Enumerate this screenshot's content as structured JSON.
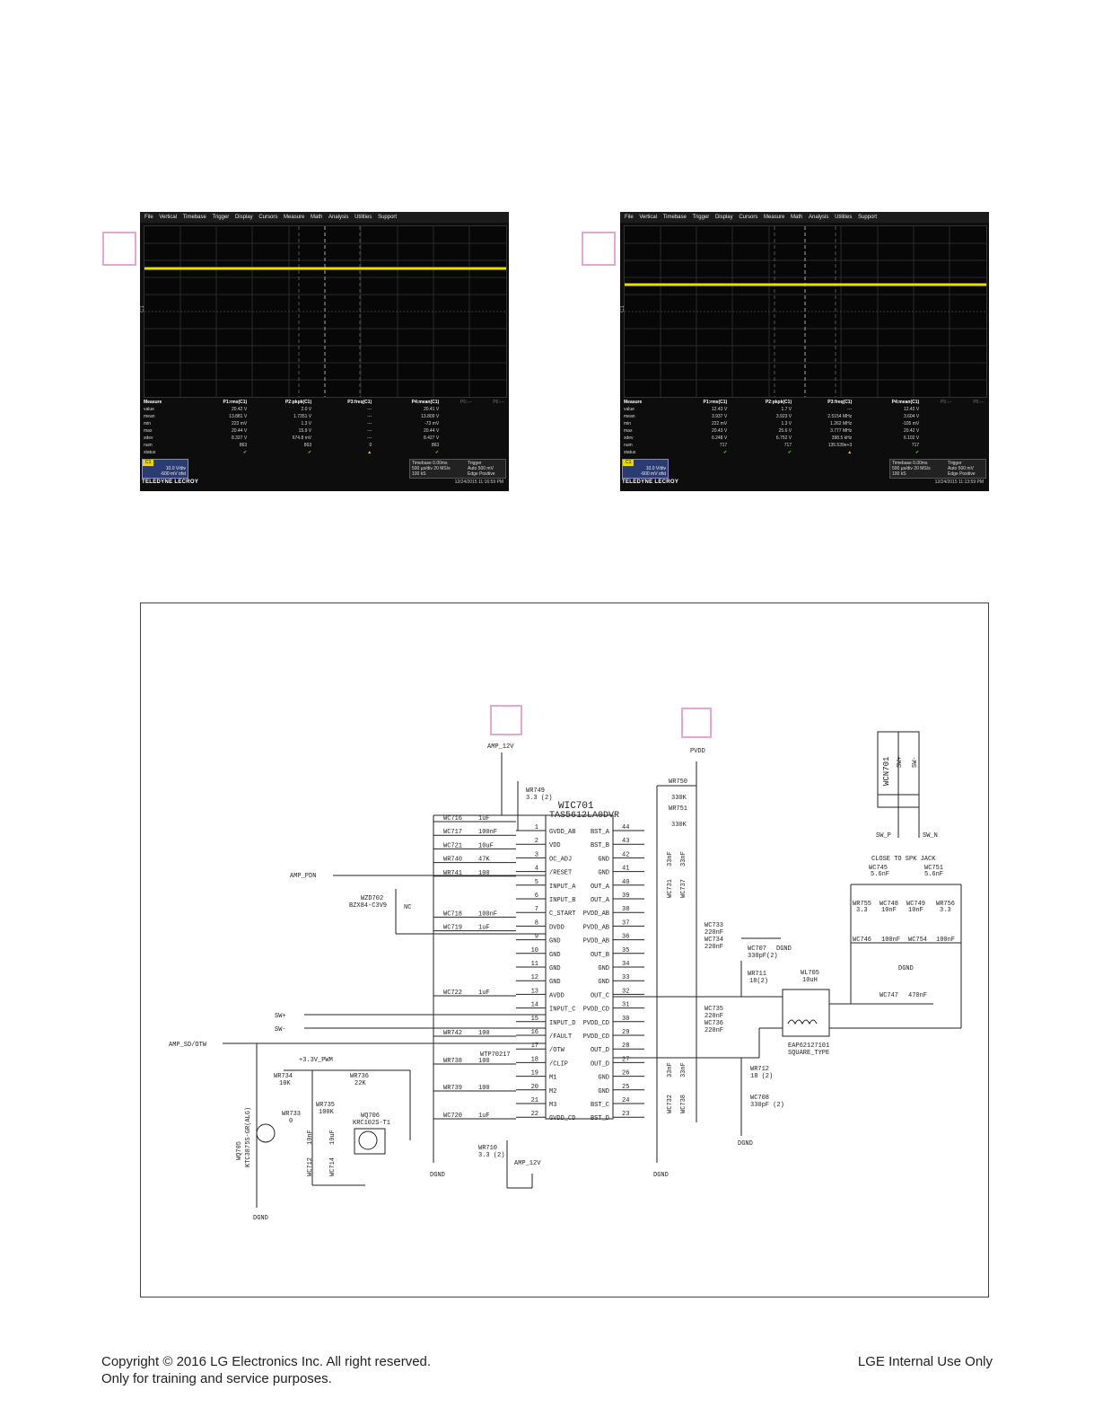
{
  "scope_menu": [
    "File",
    "Vertical",
    "Timebase",
    "Trigger",
    "Display",
    "Cursors",
    "Measure",
    "Math",
    "Analysis",
    "Utilities",
    "Support"
  ],
  "scopes": [
    {
      "channel_label": "C1",
      "rows": [
        [
          "Measure",
          "P1:rms(C1)",
          "P2:pkpk(C1)",
          "P3:freq(C1)",
          "P4:mean(C1)",
          "P5:---",
          "P6:---"
        ],
        [
          "value",
          "20.42 V",
          "2.0 V",
          "---",
          "20.41 V",
          "",
          ""
        ],
        [
          "mean",
          "13.881 V",
          "1.7351 V",
          "---",
          "13.809 V",
          "",
          ""
        ],
        [
          "min",
          "223 mV",
          "1.3 V",
          "---",
          "-73 mV",
          "",
          ""
        ],
        [
          "max",
          "20.44 V",
          "15.9 V",
          "---",
          "20.44 V",
          "",
          ""
        ],
        [
          "sdev",
          "8.327 V",
          "674.8 mV",
          "---",
          "8.427 V",
          "",
          ""
        ],
        [
          "num",
          "863",
          "863",
          "0",
          "863",
          "",
          ""
        ],
        [
          "status",
          "✔",
          "✔",
          "▲",
          "✔",
          "",
          ""
        ]
      ],
      "ch_tag": "C1",
      "ch_vals": [
        "10.0 V/div",
        "-600 mV ofst"
      ],
      "timebase": [
        "Timebase 0.00ms",
        "500 µs/div  20 MS/s",
        "100 kS"
      ],
      "trigger": [
        "Trigger",
        "Auto 500 mV",
        "Edge Positive"
      ],
      "brand": "TELEDYNE LECROY",
      "stamp": "12/24/2015 11:16:59 PM"
    },
    {
      "channel_label": "C1",
      "rows": [
        [
          "Measure",
          "P1:rms(C1)",
          "P2:pkpk(C1)",
          "P3:freq(C1)",
          "P4:mean(C1)",
          "P5:---",
          "P6:---"
        ],
        [
          "value",
          "12.43 V",
          "1.7 V",
          "---",
          "12.42 V",
          "",
          ""
        ],
        [
          "mean",
          "3.937 V",
          "3.923 V",
          "2.5154 MHz",
          "3.604 V",
          "",
          ""
        ],
        [
          "min",
          "222 mV",
          "1.3 V",
          "1.262 MHz",
          "-105 mV",
          "",
          ""
        ],
        [
          "max",
          "20.43 V",
          "25.6 V",
          "3.777 MHz",
          "20.42 V",
          "",
          ""
        ],
        [
          "sdev",
          "6.248 V",
          "6.752 V",
          "398.5 kHz",
          "6.102 V",
          "",
          ""
        ],
        [
          "num",
          "717",
          "717",
          "135.539e+3",
          "717",
          "",
          ""
        ],
        [
          "status",
          "✔",
          "✔",
          "▲",
          "✔",
          "",
          ""
        ]
      ],
      "ch_tag": "C1",
      "ch_vals": [
        "10.0 V/div",
        "-600 mV ofst"
      ],
      "timebase": [
        "Timebase 0.00ms",
        "500 µs/div  20 MS/s",
        "100 kS"
      ],
      "trigger": [
        "Trigger",
        "Auto 500 mV",
        "Edge Positive"
      ],
      "brand": "TELEDYNE LECROY",
      "stamp": "12/24/2015 11:13:59 PM"
    }
  ],
  "schematic": {
    "ic_ref": "WIC701",
    "ic_part": "TAS5612LA0DVR",
    "left_pins": [
      {
        "n": "1",
        "name": "GVDD_AB"
      },
      {
        "n": "2",
        "name": "VDD"
      },
      {
        "n": "3",
        "name": "OC_ADJ"
      },
      {
        "n": "4",
        "name": "/RESET"
      },
      {
        "n": "5",
        "name": "INPUT_A"
      },
      {
        "n": "6",
        "name": "INPUT_B"
      },
      {
        "n": "7",
        "name": "C_START"
      },
      {
        "n": "8",
        "name": "DVDD"
      },
      {
        "n": "9",
        "name": "GND"
      },
      {
        "n": "10",
        "name": "GND"
      },
      {
        "n": "11",
        "name": "GND"
      },
      {
        "n": "12",
        "name": "GND"
      },
      {
        "n": "13",
        "name": "AVDD"
      },
      {
        "n": "14",
        "name": "INPUT_C"
      },
      {
        "n": "15",
        "name": "INPUT_D"
      },
      {
        "n": "16",
        "name": "/FAULT"
      },
      {
        "n": "17",
        "name": "/OTW"
      },
      {
        "n": "18",
        "name": "/CLIP"
      },
      {
        "n": "19",
        "name": "M1"
      },
      {
        "n": "20",
        "name": "M2"
      },
      {
        "n": "21",
        "name": "M3"
      },
      {
        "n": "22",
        "name": "GVDD_CD"
      }
    ],
    "right_pins": [
      {
        "n": "44",
        "name": "BST_A"
      },
      {
        "n": "43",
        "name": "BST_B"
      },
      {
        "n": "42",
        "name": "GND"
      },
      {
        "n": "41",
        "name": "GND"
      },
      {
        "n": "40",
        "name": "OUT_A"
      },
      {
        "n": "39",
        "name": "OUT_A"
      },
      {
        "n": "38",
        "name": "PVDD_AB"
      },
      {
        "n": "37",
        "name": "PVDD_AB"
      },
      {
        "n": "36",
        "name": "PVDD_AB"
      },
      {
        "n": "35",
        "name": "OUT_B"
      },
      {
        "n": "34",
        "name": "GND"
      },
      {
        "n": "33",
        "name": "GND"
      },
      {
        "n": "32",
        "name": "OUT_C"
      },
      {
        "n": "31",
        "name": "PVDD_CD"
      },
      {
        "n": "30",
        "name": "PVDD_CD"
      },
      {
        "n": "29",
        "name": "PVDD_CD"
      },
      {
        "n": "28",
        "name": "OUT_D"
      },
      {
        "n": "27",
        "name": "OUT_D"
      },
      {
        "n": "26",
        "name": "GND"
      },
      {
        "n": "25",
        "name": "GND"
      },
      {
        "n": "24",
        "name": "BST_C"
      },
      {
        "n": "23",
        "name": "BST_D"
      }
    ],
    "left_parts": [
      {
        "ref": "WC716",
        "val": "1uF"
      },
      {
        "ref": "WC717",
        "val": "100nF"
      },
      {
        "ref": "WC721",
        "val": "10uF"
      },
      {
        "ref": "WR740",
        "val": "47K"
      },
      {
        "ref": "WR741",
        "val": "100"
      },
      {
        "ref": "",
        "val": ""
      },
      {
        "ref": "",
        "val": ""
      },
      {
        "ref": "WC718",
        "val": "100nF"
      },
      {
        "ref": "WC719",
        "val": "1uF"
      }
    ],
    "left_parts_low": [
      {
        "ref": "WC722",
        "val": "1uF"
      },
      {
        "ref": "WR742",
        "val": "100"
      },
      {
        "ref": "WR738",
        "val": "100"
      },
      {
        "ref": "WR739",
        "val": "100"
      },
      {
        "ref": "WC720",
        "val": "1uF"
      }
    ],
    "amp_12v": "AMP_12V",
    "amp_12v_b": "AMP_12V",
    "pvdd": "PVDD",
    "wr749": [
      "WR749",
      "3.3 (2)"
    ],
    "wr750": [
      "WR750",
      "330K"
    ],
    "wr751": [
      "WR751",
      "330K"
    ],
    "amp_pdn": "AMP_PDN",
    "wzd702": [
      "WZD702",
      "BZX84-C3V9"
    ],
    "nc": "NC",
    "sw_p_in": "SW+",
    "sw_n_in": "SW-",
    "amp_sd": "AMP_SD/OTW",
    "pwm_rail": "+3.3V_PWM",
    "wr734": [
      "WR734",
      "10K"
    ],
    "wr736": [
      "WR736",
      "22K"
    ],
    "wr733": [
      "WR733",
      "0"
    ],
    "wr735": [
      "WR735",
      "100K"
    ],
    "wq706": [
      "WQ706",
      "KRC102S-T1"
    ],
    "wq705": [
      "WQ705",
      "KTC3875S-GR(ALG)"
    ],
    "wc712": "WC712",
    "wc712_val": "10nF",
    "wc714": "WC714",
    "wc714_val": "10uF",
    "wtp": "WTP70217",
    "wr710": [
      "WR710",
      "3.3 (2)"
    ],
    "dgnd": "DGND",
    "caps_v": [
      "WC731",
      "WC737",
      "WC732",
      "WC738"
    ],
    "caps_v_val": "33nF",
    "wc733": [
      "WC733",
      "220nF"
    ],
    "wc734": [
      "WC734",
      "220nF"
    ],
    "wc735": [
      "WC735",
      "220nF"
    ],
    "wc736": [
      "WC736",
      "220nF"
    ],
    "wc707": [
      "WC707",
      "330pF(2)"
    ],
    "wr711": [
      "WR711",
      "18(2)"
    ],
    "wr712": [
      "WR712",
      "18 (2)"
    ],
    "wc708": [
      "WC708",
      "330pF (2)"
    ],
    "wl705": [
      "WL705",
      "10uH"
    ],
    "eap": [
      "EAP62127101",
      "SQUARE_TYPE"
    ],
    "wc747": [
      "WC747",
      "470nF"
    ],
    "connector": [
      "WCN701",
      "SW+",
      "SW-"
    ],
    "sw_p": "SW_P",
    "sw_n": "SW_N",
    "spk_note": "CLOSE TO SPK JACK",
    "wc745": [
      "WC745",
      "5.6nF"
    ],
    "wc751": [
      "WC751",
      "5.6nF"
    ],
    "wr755": [
      "WR755",
      "3.3"
    ],
    "wc748": [
      "WC748",
      "10nF"
    ],
    "wc749": [
      "WC749",
      "10nF"
    ],
    "wr756": [
      "WR756",
      "3.3"
    ],
    "wc746": [
      "WC746",
      "100nF"
    ],
    "wc754": [
      "WC754",
      "100nF"
    ]
  },
  "footer": {
    "copyright": "Copyright © 2016 LG Electronics Inc. All right reserved.",
    "purpose": "Only for training and service purposes.",
    "internal": "LGE Internal Use Only"
  }
}
